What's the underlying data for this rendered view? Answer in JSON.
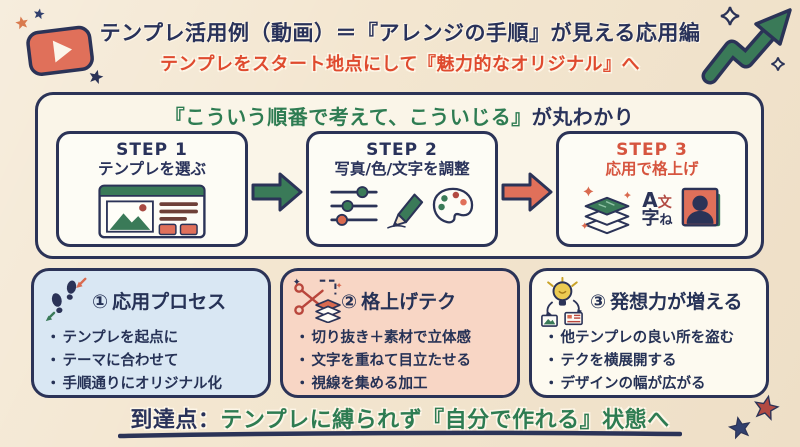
{
  "header": {
    "title": "テンプレ活用例（動画）＝『アレンジの手順』が見える応用編",
    "subtitle": "テンプレをスタート地点にして『魅力的なオリジナル』へ"
  },
  "flow": {
    "heading": {
      "highlight": "『こういう順番で考えて、こういじる』",
      "rest": "が丸わかり"
    },
    "steps": [
      {
        "label": "STEP 1",
        "title": "テンプレを選ぶ"
      },
      {
        "label": "STEP 2",
        "title": "写真/色/文字を調整"
      },
      {
        "label": "STEP 3",
        "title": "応用で格上げ"
      }
    ],
    "step3_glyphs": {
      "a": "A",
      "bun": "文",
      "ji": "字",
      "ne": "ね"
    }
  },
  "cards": [
    {
      "number": "①",
      "title": "応用プロセス",
      "items": [
        "テンプレを起点に",
        "テーマに合わせて",
        "手順通りにオリジナル化"
      ]
    },
    {
      "number": "②",
      "title": "格上げテク",
      "items": [
        "切り抜き＋素材で立体感",
        "文字を重ねて目立たせる",
        "視線を集める加工"
      ]
    },
    {
      "number": "③",
      "title": "発想力が増える",
      "items": [
        "他テンプレの良い所を盗む",
        "テクを横展開する",
        "デザインの幅が広がる"
      ]
    }
  ],
  "bullet_marker": "・",
  "footer": {
    "prefix": "到達点：",
    "message": "テンプレに縛られず『自分で作れる』状態へ"
  },
  "colors": {
    "navy": "#2b3357",
    "green": "#2e7c52",
    "salmon": "#e0705a",
    "red_orange": "#df4a2e",
    "card_blue": "#d9e7f3",
    "card_pink": "#f8d6c5",
    "card_cream": "#fdfaf0",
    "background": "#f3e6d0",
    "panel": "#faf5e8"
  },
  "icons": {
    "header_left": "youtube-play-icon",
    "header_right": "trending-up-arrow-icon",
    "step1": "template-browser-icon",
    "step2": [
      "sliders-icon",
      "pencil-icon",
      "palette-icon"
    ],
    "step3": [
      "layers-icon",
      "typography-icon",
      "portrait-icon"
    ],
    "card1": "footprints-icon",
    "card2": "scissors-crop-icon",
    "card3": "lightbulb-idea-icon",
    "footer_decoration": "stars"
  }
}
